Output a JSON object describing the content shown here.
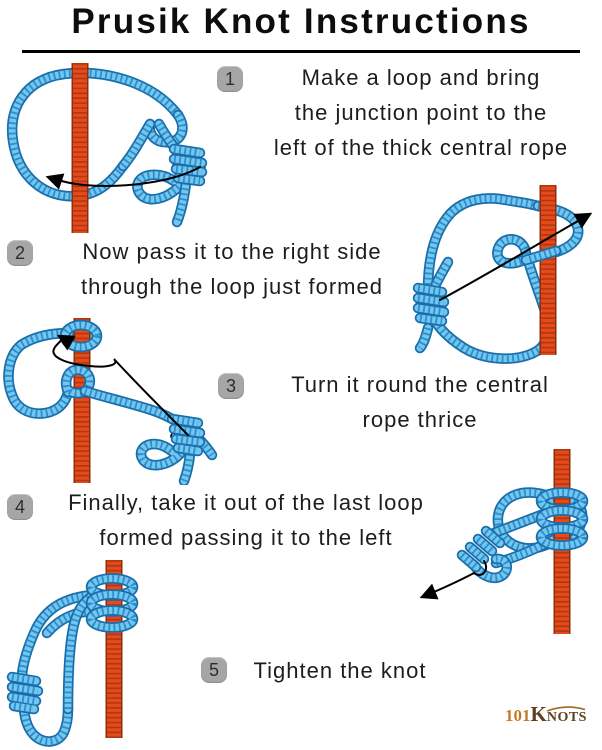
{
  "title": "Prusik Knot Instructions",
  "steps": [
    {
      "number": "1",
      "lines": [
        "Make a loop and bring",
        "the junction point to the",
        "left of the thick central rope"
      ]
    },
    {
      "number": "2",
      "lines": [
        "Now pass it to the right side",
        "through the loop just formed"
      ]
    },
    {
      "number": "3",
      "lines": [
        "Turn it round the central",
        "rope thrice"
      ]
    },
    {
      "number": "4",
      "lines": [
        "Finally, take it out of the last loop",
        "formed passing it to the left"
      ]
    },
    {
      "number": "5",
      "lines": [
        "Tighten the knot"
      ]
    }
  ],
  "icons": {
    "arrows": "black curved direction arrows on each step diagram",
    "knot_ring": "black ellipse highlighting the junction knot"
  },
  "logo": {
    "prefix": "101",
    "k": "K",
    "rest": "NOTS"
  },
  "colors": {
    "text": "#1d1d1d",
    "badge_bg": "#a6a6a6",
    "badge_text": "#2e2e2e",
    "rope_blue": "#72c6f0",
    "rope_blue_outline": "#1a6dab",
    "rope_blue_tick": "#2e8ec7",
    "central_rope": "#e8491c",
    "central_rope_stripe": "#b03a10",
    "central_rope_outline": "#8e2d0b",
    "arrow": "#000000",
    "logo_orange": "#c47a2b",
    "logo_brown": "#5e4120"
  }
}
